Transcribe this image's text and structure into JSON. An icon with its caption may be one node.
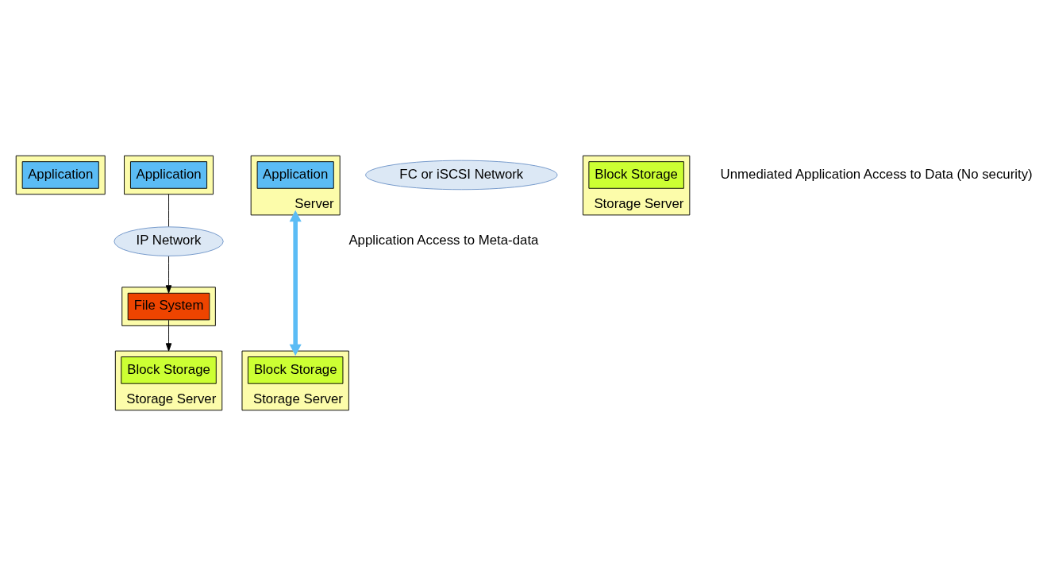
{
  "diagram": {
    "nodes": [
      {
        "text": [],
        "shape": "box"
      },
      {
        "text": [
          "Application"
        ],
        "in": 0
      },
      {
        "text": [],
        "shape": "box"
      },
      {
        "text": [
          "Application"
        ],
        "in": 2
      },
      {
        "text": [
          "Server"
        ]
      },
      {
        "text": [
          "Application"
        ],
        "in": 4
      },
      {
        "text": [
          "IP Network"
        ]
      },
      {
        "text": [],
        "shape": "box"
      },
      {
        "text": [
          "File System"
        ],
        "in": 7
      },
      {
        "text": [
          "FC or iSCSI Network"
        ]
      },
      {
        "text": [
          "Storage Server"
        ]
      },
      {
        "text": [
          "Block Storage"
        ],
        "in": 10
      },
      {
        "text": [
          "Storage Server"
        ]
      },
      {
        "text": [
          "Block Storage"
        ],
        "in": 12
      },
      {
        "text": [
          "Storage Server"
        ]
      },
      {
        "text": [
          "Block Storage"
        ],
        "in": 14
      }
    ],
    "edges": [
      {
        "from": 2,
        "to": 6,
        "arrow": "none"
      },
      {
        "from": 6,
        "to": 8,
        "arrow": "to"
      },
      {
        "from": 8,
        "to": 14,
        "arrow": "to"
      },
      {
        "from": 4,
        "to": 10,
        "arrow": "both",
        "style": "thick",
        "color": "#5bbcf5"
      }
    ],
    "labels": [
      "Application Access to Meta-data",
      "Unmediated Application Access to Data (No security)"
    ]
  }
}
